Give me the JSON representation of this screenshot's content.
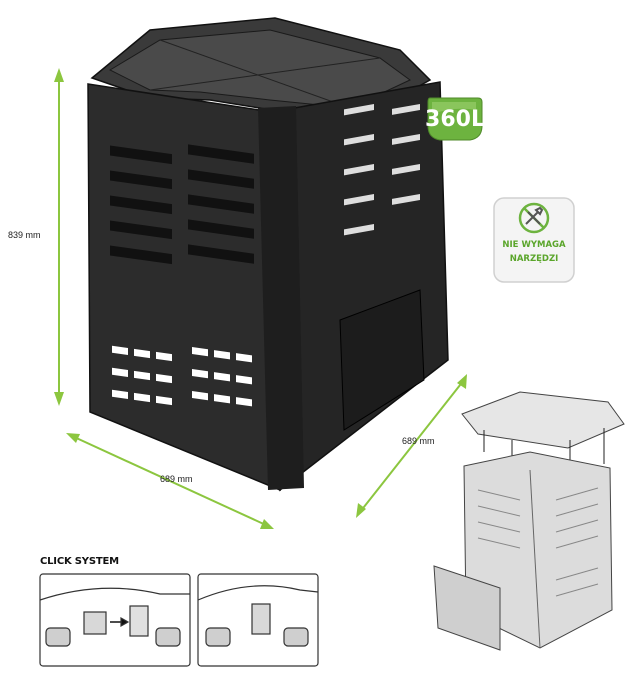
{
  "dimensions": {
    "height_label": "839 mm",
    "width_label": "689 mm",
    "depth_label": "689 mm"
  },
  "capacity_badge": {
    "label": "360L",
    "color": "#6db33f"
  },
  "tool_badge": {
    "line1": "NIE WYMAGA",
    "line2": "NARZĘDZI",
    "icon": "no-tools-icon",
    "color": "#6db33f"
  },
  "click_system": {
    "title": "CLICK SYSTEM"
  },
  "colors": {
    "arrow_green": "#8cc63f",
    "body_dark": "#2b2b2b",
    "line_drawing": "#444444"
  }
}
